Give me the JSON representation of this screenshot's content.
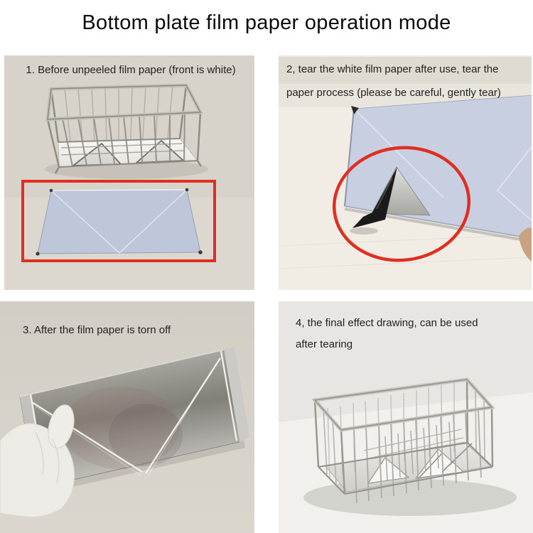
{
  "page": {
    "title": "Bottom plate film paper operation mode"
  },
  "colors": {
    "highlight_red": "#e02e22",
    "film_blue": "#bec6d9",
    "film_blue_light": "#c7cfe1",
    "photo_bg_warm_gray": "#d7d3ca",
    "photo_bg_cream": "#f1ede4",
    "photo_bg_gray": "#cfccc3",
    "photo_bg_light": "#e8e6e2"
  },
  "steps": [
    {
      "lines": [
        "1. Before unpeeled film paper (front is white)"
      ]
    },
    {
      "lines": [
        "2, tear the white film paper after use, tear the",
        "paper process (please be careful, gently tear)"
      ]
    },
    {
      "lines": [
        "3. After the film paper is torn off"
      ]
    },
    {
      "lines": [
        "4, the final effect drawing, can be used",
        "after tearing"
      ]
    }
  ]
}
